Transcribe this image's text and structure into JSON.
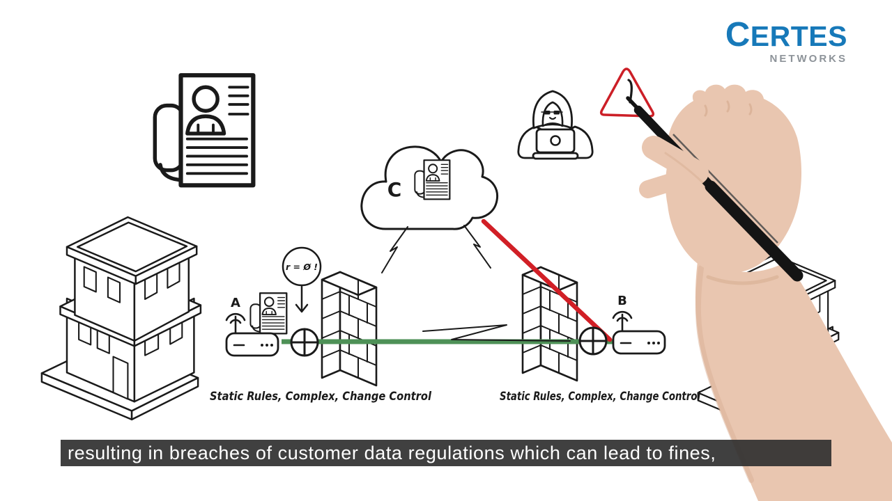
{
  "brand": {
    "name": "CERTES",
    "tagline": "NETWORKS",
    "color": "#1779b9",
    "tagline_color": "#8d9399"
  },
  "caption": {
    "text": "resulting in breaches of customer data regulations which can lead to fines,",
    "bg": "#303030",
    "color": "#ffffff"
  },
  "diagram": {
    "cloud_label": "C",
    "router_a_label": "A",
    "router_b_label": "B",
    "rule_bubble_text": "r = Ø !",
    "firewall_left_caption": "Static Rules, Complex, Change Control",
    "firewall_right_caption": "Static Rules, Complex, Change Control",
    "colors": {
      "secure_link_green": "#4e9157",
      "attack_line_red": "#d11f26",
      "alert_red": "#cc1f27",
      "ink": "#1a1a1a",
      "skin": "#e9c6b0"
    }
  }
}
